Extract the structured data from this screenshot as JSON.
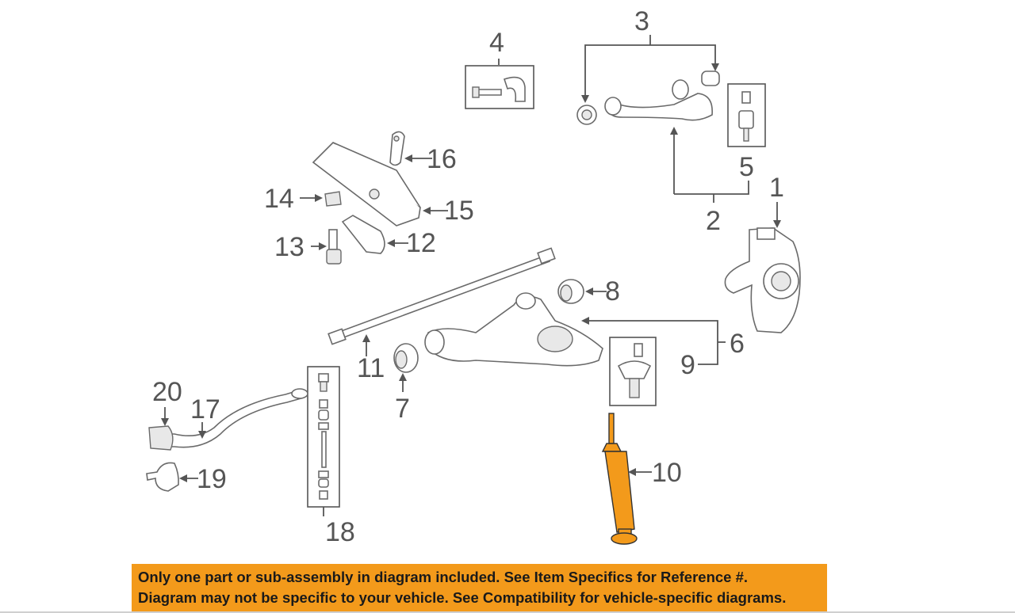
{
  "callouts": {
    "c1": "1",
    "c2": "2",
    "c3": "3",
    "c4": "4",
    "c5": "5",
    "c6": "6",
    "c7": "7",
    "c8": "8",
    "c9": "9",
    "c10": "10",
    "c11": "11",
    "c12": "12",
    "c13": "13",
    "c14": "14",
    "c15": "15",
    "c16": "16",
    "c17": "17",
    "c18": "18",
    "c19": "19",
    "c20": "20"
  },
  "highlight_color": "#f39a1b",
  "banner": {
    "line1": "Only one part or sub-assembly in diagram included. See Item Specifics for Reference #.",
    "line2": "Diagram may not be specific to your vehicle. See Compatibility for vehicle-specific diagrams."
  }
}
